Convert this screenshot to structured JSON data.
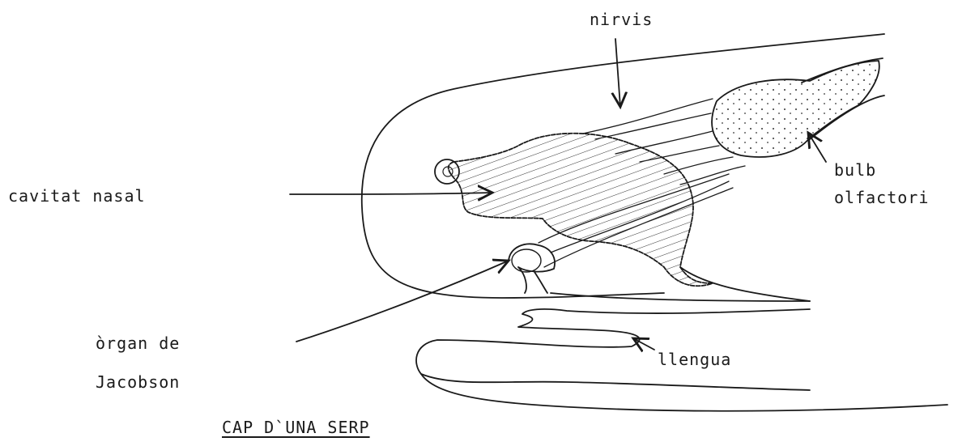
{
  "labels": {
    "nervis": "nirvis",
    "bulb_line1": "bulb",
    "bulb_line2": "olfactori",
    "cavitat": "cavitat nasal",
    "organ_line1": "òrgan de",
    "organ_line2": "Jacobson",
    "llengua": "llengua",
    "title": "CAP D`UNA SERP"
  },
  "colors": {
    "ink": "#1a1a1a",
    "paper": "#ffffff"
  }
}
